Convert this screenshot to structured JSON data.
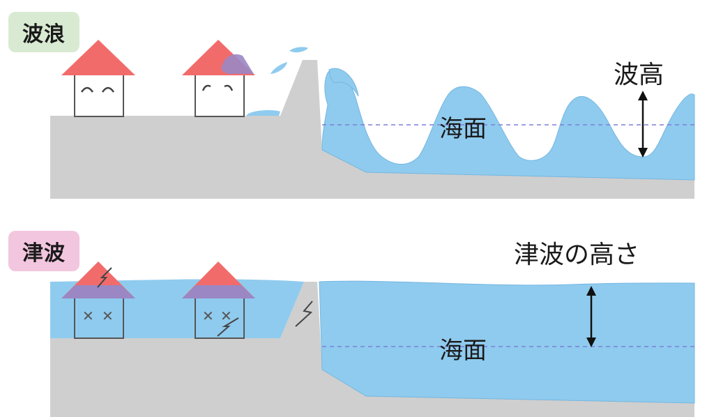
{
  "panels": {
    "wave": {
      "badge": "波浪",
      "badge_color": "#d9ead3",
      "height_label": "波高",
      "sea_level_label": "海面"
    },
    "tsunami": {
      "badge": "津波",
      "badge_color": "#f3c6df",
      "height_label": "津波の高さ",
      "sea_level_label": "海面"
    }
  },
  "colors": {
    "water": "#8fcbee",
    "water_edge": "#6fb1e0",
    "ground": "#cfcfcf",
    "roof": "#f26b6b",
    "roof_submerged": "#9a87c4",
    "sea_level_line": "#7e7ed8"
  }
}
